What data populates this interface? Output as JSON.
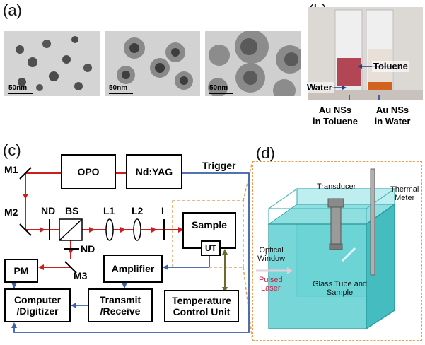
{
  "panels": {
    "a": {
      "label": "(a)",
      "scale_labels": [
        "50nm",
        "50nm",
        "50nm"
      ]
    },
    "b": {
      "label": "(b)",
      "water": "Water",
      "toluene": "Toluene",
      "left_caption": [
        "Au NSs",
        "in Toluene"
      ],
      "right_caption": [
        "Au NSs",
        "in Water"
      ]
    },
    "c": {
      "label": "(c)",
      "boxes": {
        "opo": "OPO",
        "ndyag": "Nd:YAG",
        "sample": "Sample",
        "ut": "UT",
        "pm": "PM",
        "amplifier": "Amplifier",
        "computer": [
          "Computer",
          "/Digitizer"
        ],
        "transmit": [
          "Transmit",
          "/Receive"
        ],
        "temperature": [
          "Temperature",
          "Control Unit"
        ]
      },
      "labels": {
        "trigger": "Trigger",
        "m1": "M1",
        "m2": "M2",
        "m3": "M3",
        "nd1": "ND",
        "nd2": "ND",
        "bs": "BS",
        "l1": "L1",
        "l2": "L2",
        "i": "I"
      }
    },
    "d": {
      "label": "(d)",
      "transducer": "Transducer",
      "thermal_meter": [
        "Thermal",
        "Meter"
      ],
      "optical_window": [
        "Optical",
        "Window"
      ],
      "pulsed_laser": [
        "Pulsed",
        "Laser"
      ],
      "glass_tube": [
        "Glass Tube and",
        "Sample"
      ]
    }
  },
  "colors": {
    "laser_path": "#cc1e1e",
    "signal_path": "#3b5fa8",
    "temp_link": "#6b6b2a",
    "dashed_frame": "#e8a055",
    "water_tank": "#5fd0d2",
    "toluene_red": "#a8283a",
    "water_sol": "#d2621c"
  }
}
